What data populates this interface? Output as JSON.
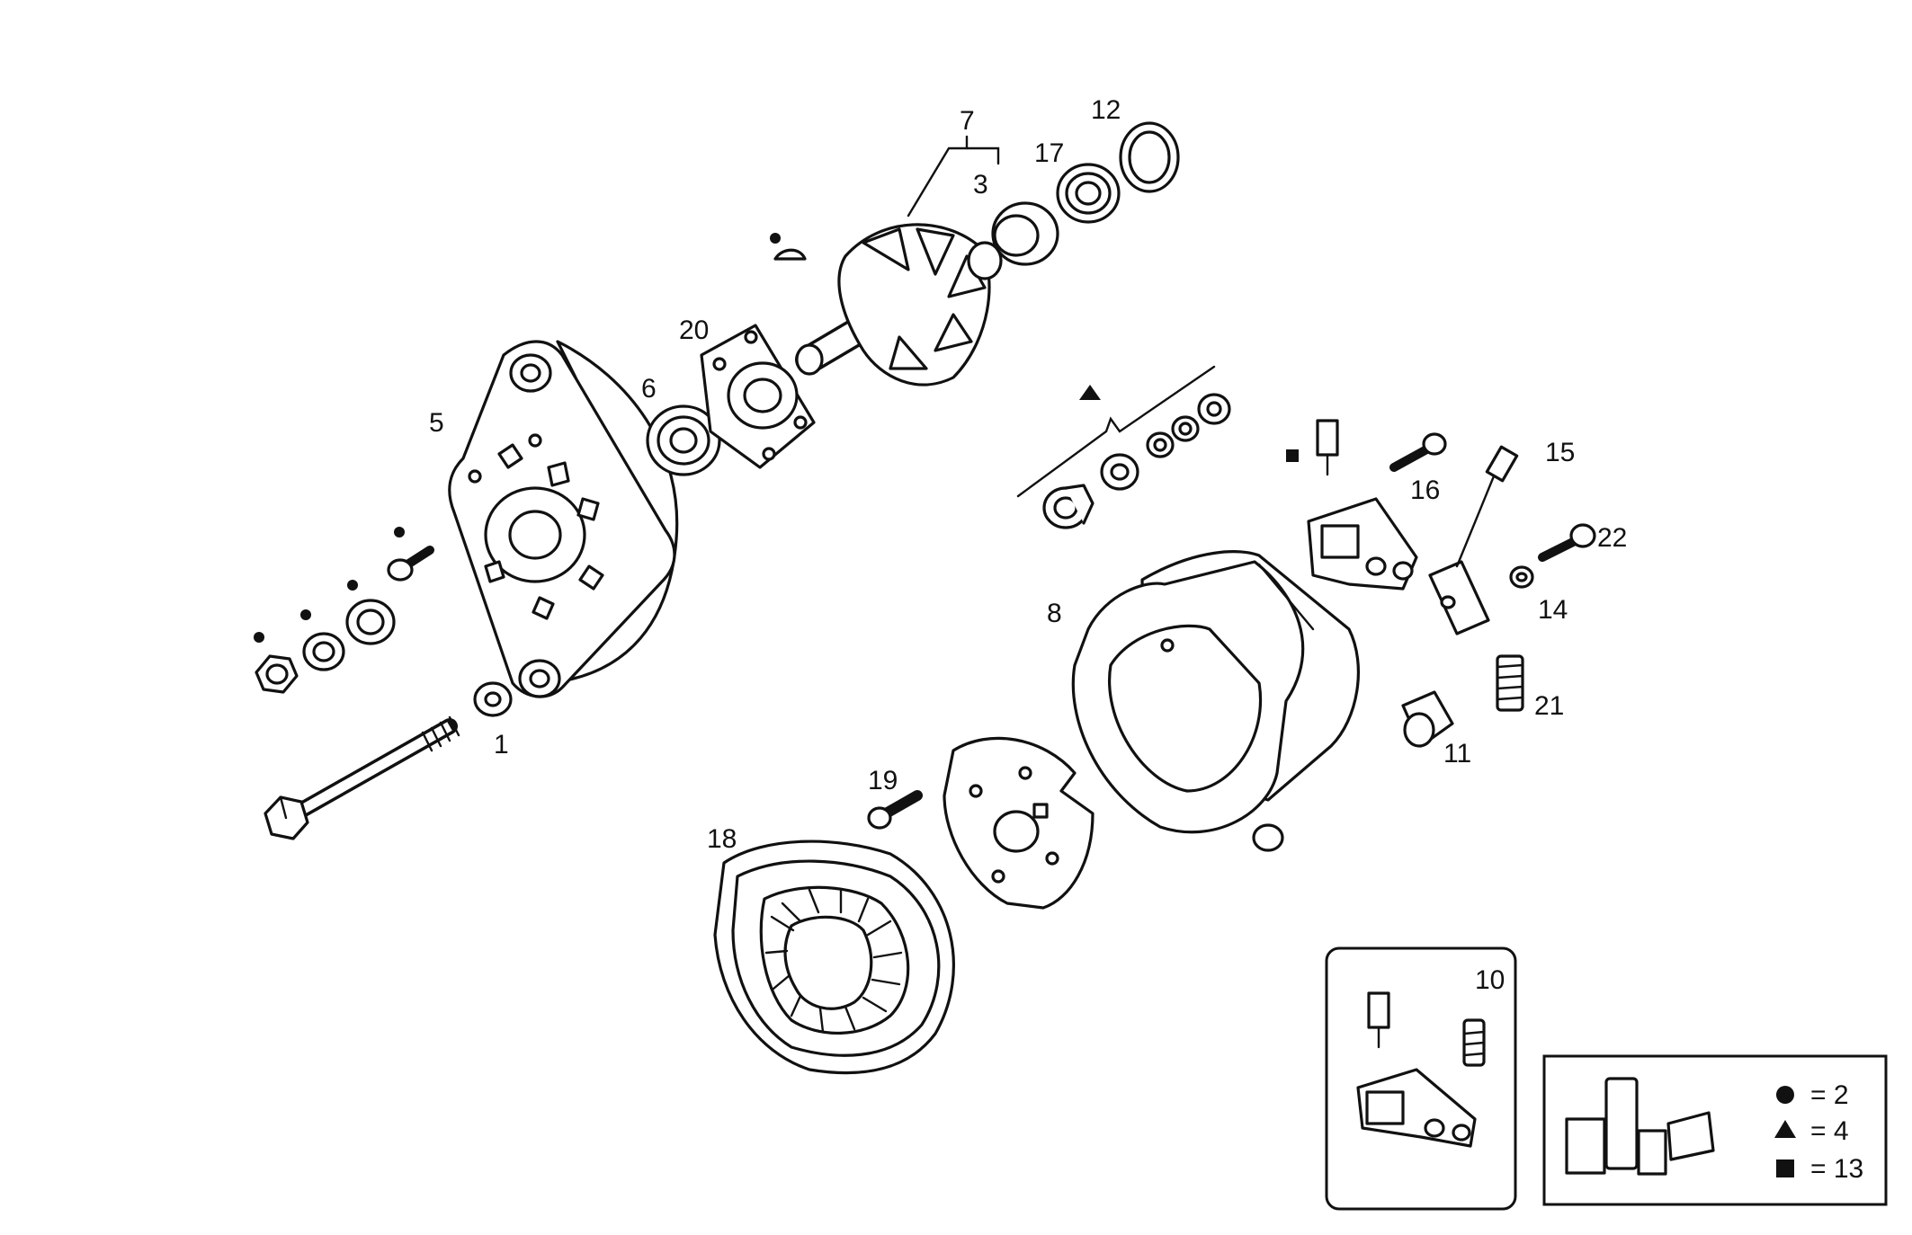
{
  "labels": {
    "1": "1",
    "3": "3",
    "5": "5",
    "6": "6",
    "7": "7",
    "8": "8",
    "10": "10",
    "11": "11",
    "12": "12",
    "14": "14",
    "15": "15",
    "16": "16",
    "17": "17",
    "18": "18",
    "19": "19",
    "20": "20",
    "21": "21",
    "22": "22"
  },
  "legend": {
    "circle": "= 2",
    "triangle": "= 4",
    "square": "= 13"
  }
}
